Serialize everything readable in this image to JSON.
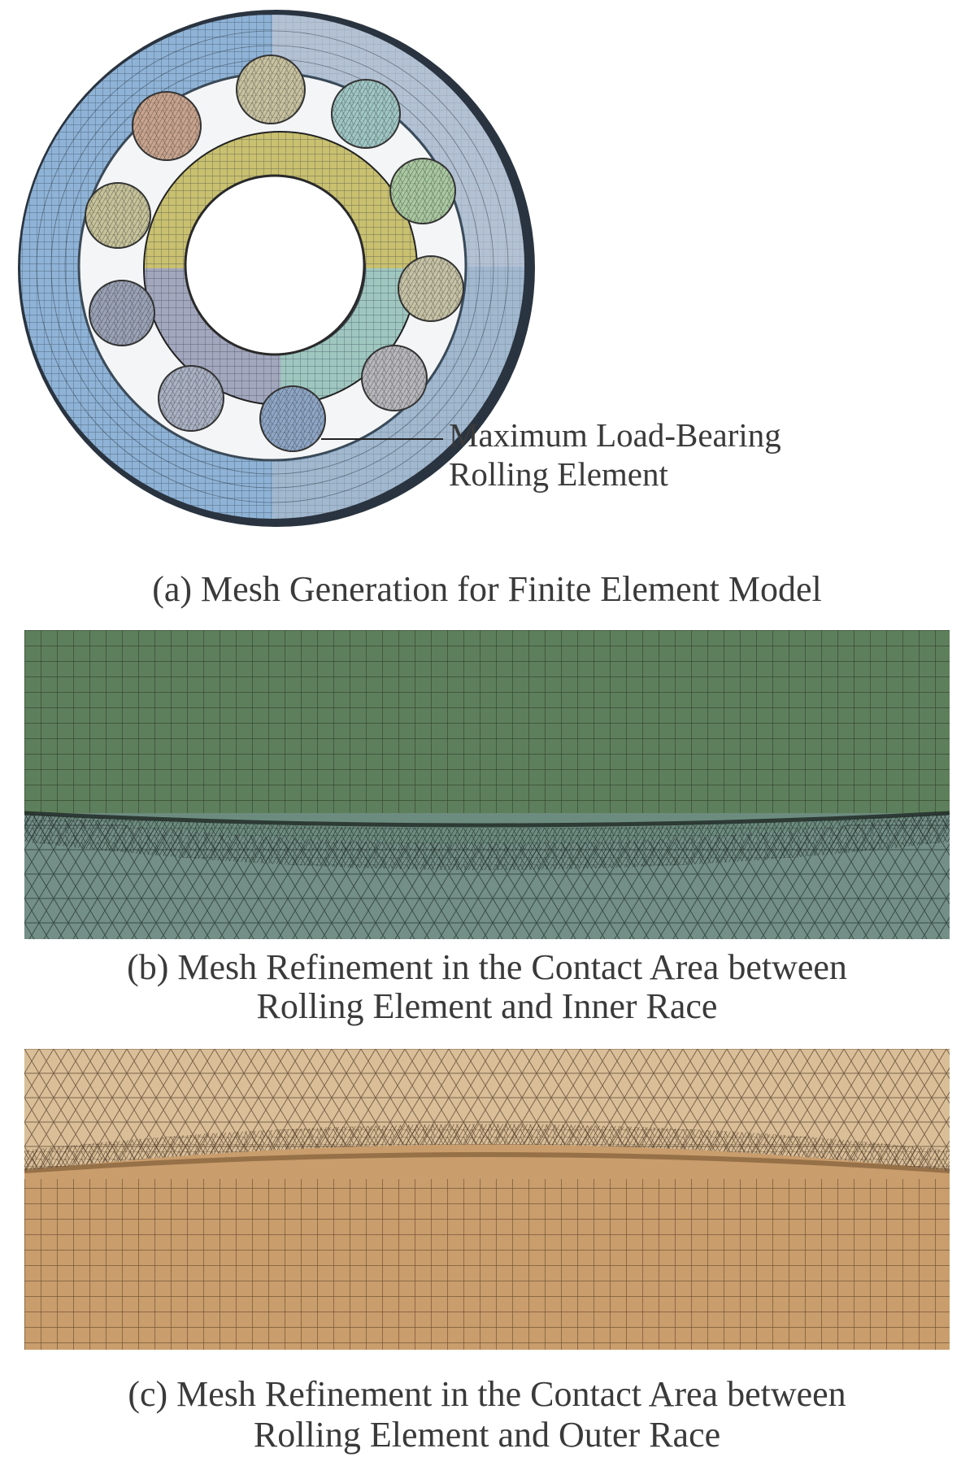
{
  "panels": {
    "a": {
      "caption": "(a) Mesh Generation for Finite Element Model",
      "annotation_line1": "Maximum Load-Bearing",
      "annotation_line2": "Rolling Element"
    },
    "b": {
      "caption_line1": "(b) Mesh Refinement in the Contact Area between",
      "caption_line2": "Rolling Element and Inner Race"
    },
    "c": {
      "caption_line1": "(c) Mesh Refinement in the Contact Area between",
      "caption_line2": "Rolling Element and Outer Race"
    }
  },
  "colors": {
    "outer_race": "#8fb3d6",
    "inner_race_top": "#c9c070",
    "inner_race_bottom": "#9fb8c8",
    "rolling_elements": [
      "#c9a48e",
      "#c8c2a0",
      "#9fc7c5",
      "#a9c9a0",
      "#c7c3a6",
      "#b8b8bc",
      "#aab2c4",
      "#8ea6c6",
      "#9aa2b6"
    ],
    "panel_b_top": "#5e7f5c",
    "panel_b_bottom": "#6d8c80",
    "panel_c_top": "#d9be98",
    "panel_c_bottom": "#c99d6c"
  }
}
